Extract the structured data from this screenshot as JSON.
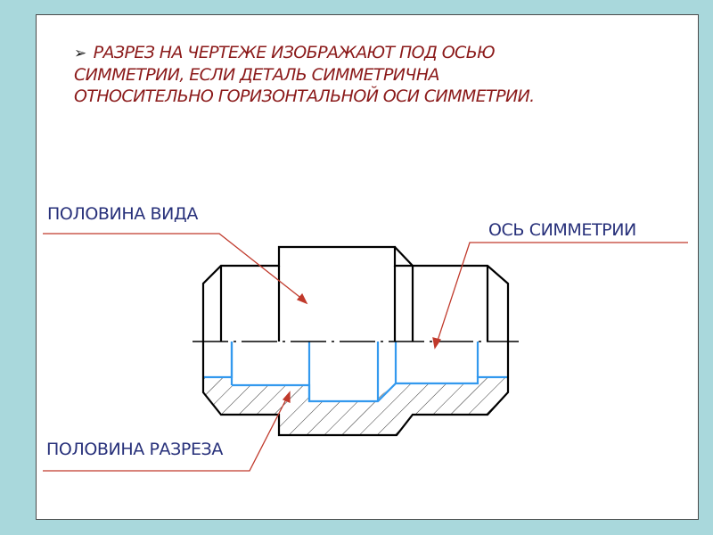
{
  "heading": {
    "bullet_symbol": "➢",
    "lines": [
      "РАЗРЕЗ НА ЧЕРТЕЖЕ ИЗОБРАЖАЮТ ПОД ОСЬЮ",
      "СИММЕТРИИ, ЕСЛИ ДЕТАЛЬ СИММЕТРИЧНА",
      "ОТНОСИТЕЛЬНО ГОРИЗОНТАЛЬНОЙ ОСИ  СИММЕТРИИ."
    ]
  },
  "labels": {
    "half_view": "ПОЛОВИНА ВИДА",
    "axis": "ОСЬ СИММЕТРИИ",
    "half_section": "ПОЛОВИНА РАЗРЕЗА"
  },
  "colors": {
    "background": "#a9d8dc",
    "heading_text": "#8b1a1a",
    "label_text": "#27307a",
    "leader_lines": "#c0392b",
    "section_lines": "#3399ee",
    "outline": "#000000"
  }
}
